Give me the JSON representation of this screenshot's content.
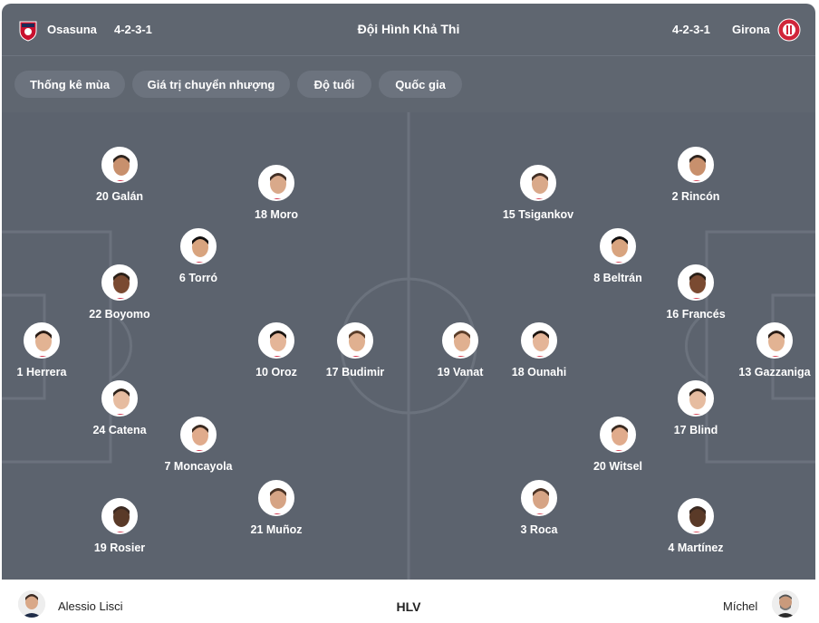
{
  "header": {
    "title": "Đội Hình Khả Thi",
    "home": {
      "name": "Osasuna",
      "formation": "4-2-3-1",
      "logo_icon": "osasuna-crest-icon"
    },
    "away": {
      "name": "Girona",
      "formation": "4-2-3-1",
      "logo_icon": "girona-crest-icon"
    }
  },
  "tabs": [
    {
      "label": "Thống kê mùa"
    },
    {
      "label": "Giá trị chuyển nhượng"
    },
    {
      "label": "Độ tuổi"
    },
    {
      "label": "Quốc gia"
    }
  ],
  "home_players": [
    {
      "label": "1 Herrera"
    },
    {
      "label": "20 Galán"
    },
    {
      "label": "22 Boyomo"
    },
    {
      "label": "24 Catena"
    },
    {
      "label": "19 Rosier"
    },
    {
      "label": "6 Torró"
    },
    {
      "label": "7 Moncayola"
    },
    {
      "label": "18 Moro"
    },
    {
      "label": "10 Oroz"
    },
    {
      "label": "21 Muñoz"
    },
    {
      "label": "17 Budimir"
    }
  ],
  "away_players": [
    {
      "label": "13 Gazzaniga"
    },
    {
      "label": "2 Rincón"
    },
    {
      "label": "16 Francés"
    },
    {
      "label": "17 Blind"
    },
    {
      "label": "4 Martínez"
    },
    {
      "label": "8 Beltrán"
    },
    {
      "label": "20 Witsel"
    },
    {
      "label": "15 Tsigankov"
    },
    {
      "label": "18 Ounahi"
    },
    {
      "label": "3 Roca"
    },
    {
      "label": "19 Vanat"
    }
  ],
  "footer": {
    "home_coach": "Alessio Lisci",
    "label": "HLV",
    "away_coach": "Míchel"
  },
  "colors": {
    "pitch": "#5c636e",
    "card": "#5f6670",
    "tab": "#6c737e",
    "girona_red": "#d0253a",
    "osasuna_red": "#c8102e"
  }
}
